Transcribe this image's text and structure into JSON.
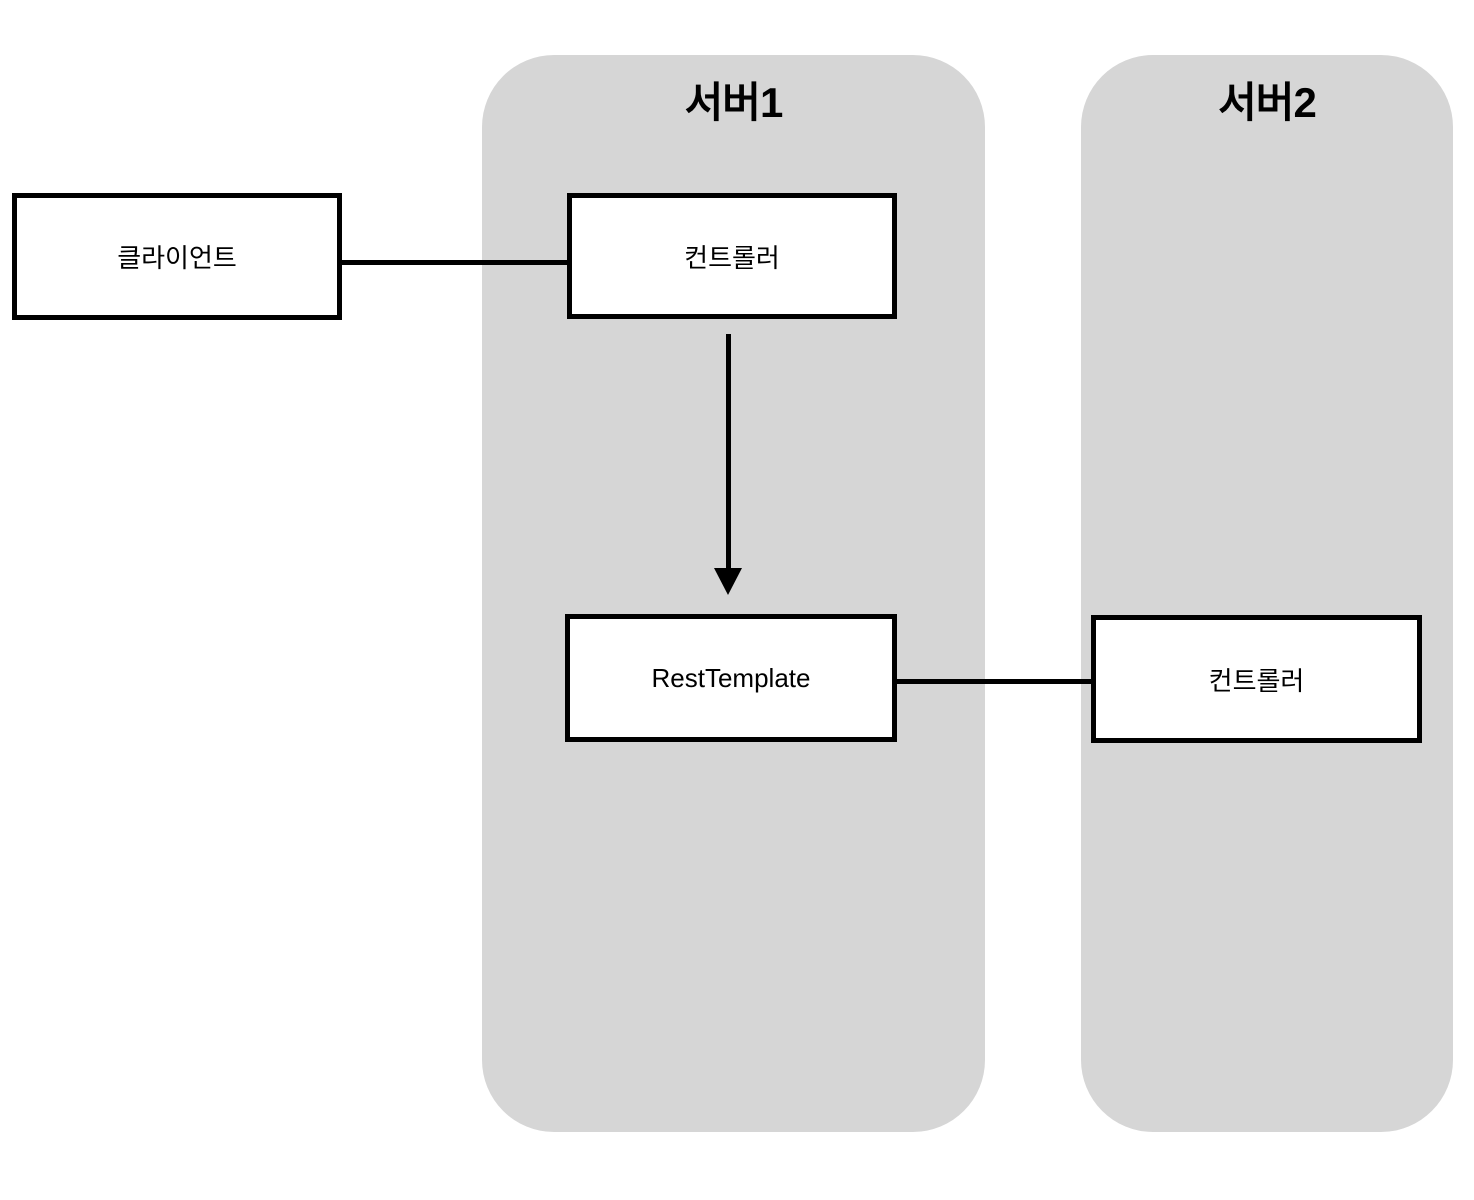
{
  "panels": {
    "server1": {
      "label": "서버1"
    },
    "server2": {
      "label": "서버2"
    }
  },
  "nodes": {
    "client": {
      "label": "클라이언트"
    },
    "server1_controller": {
      "label": "컨트롤러"
    },
    "server1_resttemplate": {
      "label": "RestTemplate"
    },
    "server2_controller": {
      "label": "컨트롤러"
    }
  },
  "connections": [
    {
      "from": "client",
      "to": "server1_controller",
      "style": "plain-line"
    },
    {
      "from": "server1_controller",
      "to": "server1_resttemplate",
      "style": "arrow-down"
    },
    {
      "from": "server1_resttemplate",
      "to": "server2_controller",
      "style": "plain-line"
    }
  ],
  "colors": {
    "background": "#ffffff",
    "panel_fill": "#d6d6d6",
    "node_fill": "#ffffff",
    "node_border": "#000000",
    "connector": "#000000",
    "text": "#000000"
  }
}
